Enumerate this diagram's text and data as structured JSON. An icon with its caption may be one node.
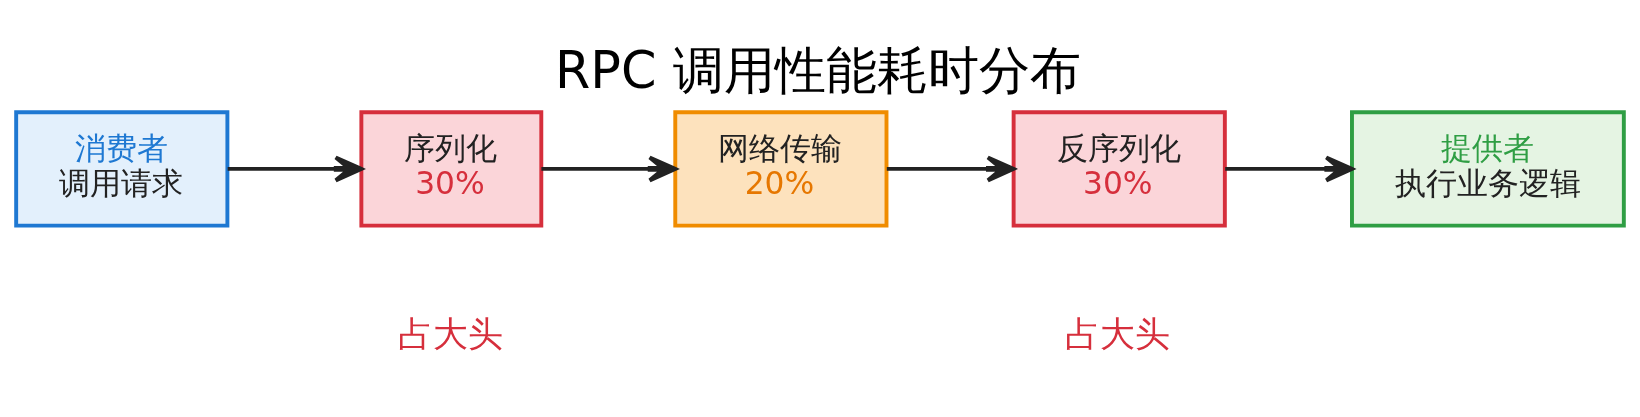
{
  "diagram": {
    "title": "RPC 调用性能耗时分布",
    "nodes": [
      {
        "text": [
          "消费者",
          "调用请求"
        ]
      },
      {
        "text": [
          "序列化",
          "30%"
        ],
        "beside": [
          "占大头"
        ]
      },
      {
        "text": [
          "网络传输",
          "20%"
        ]
      },
      {
        "text": [
          "反序列化",
          "30%"
        ],
        "beside": [
          "占大头"
        ]
      },
      {
        "text": [
          "提供者",
          "执行业务逻辑"
        ]
      }
    ],
    "edges": [
      {
        "from": 0,
        "to": 1,
        "arrow": "to"
      },
      {
        "from": 1,
        "to": 2,
        "arrow": "to"
      },
      {
        "from": 2,
        "to": 3,
        "arrow": "to"
      },
      {
        "from": 3,
        "to": 4,
        "arrow": "to"
      }
    ]
  }
}
